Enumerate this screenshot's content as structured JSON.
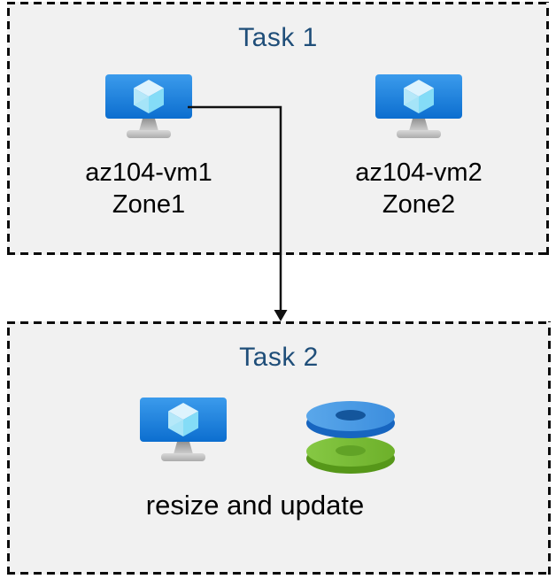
{
  "task1": {
    "title": "Task 1",
    "nodes": [
      {
        "name": "az104-vm1",
        "zone": "Zone1",
        "icon": "virtual-machine-icon"
      },
      {
        "name": "az104-vm2",
        "zone": "Zone2",
        "icon": "virtual-machine-icon"
      }
    ]
  },
  "task2": {
    "title": "Task 2",
    "caption": "resize and update",
    "icons": [
      "virtual-machine-icon",
      "disks-icon"
    ]
  },
  "connector": {
    "from": "az104-vm1",
    "to": "Task 2",
    "shape": "elbow-arrow-down"
  },
  "colors": {
    "title_text": "#1f4e79",
    "box_fill": "#f1f1f1",
    "dashed_border": "#0c0c0c",
    "vm_screen_top": "#3b9bec",
    "vm_screen_bottom": "#0c6ecf",
    "cube_top": "#ddf3fd",
    "cube_left": "#b5e8f9",
    "cube_right": "#84dcf7",
    "disk_blue_top": "#4f9ce6",
    "disk_blue_side": "#1765c0",
    "disk_blue_hole": "#14569c",
    "disk_green_top": "#79bf33",
    "disk_green_side": "#569719",
    "disk_green_hole": "#61a326",
    "arrow": "#111111"
  }
}
